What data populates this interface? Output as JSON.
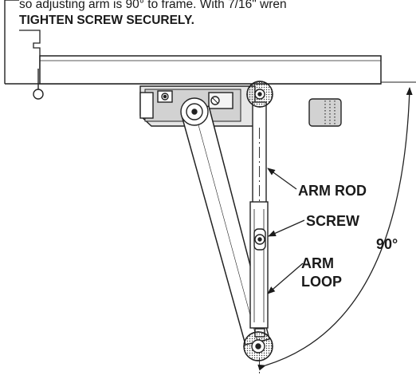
{
  "instructions": {
    "line1": "so adjusting arm is 90° to frame. With 7/16\" wren",
    "line2": "TIGHTEN SCREW SECURELY."
  },
  "labels": {
    "arm_rod": "ARM ROD",
    "screw": "SCREW",
    "arm": "ARM",
    "loop": "LOOP",
    "angle": "90°"
  }
}
